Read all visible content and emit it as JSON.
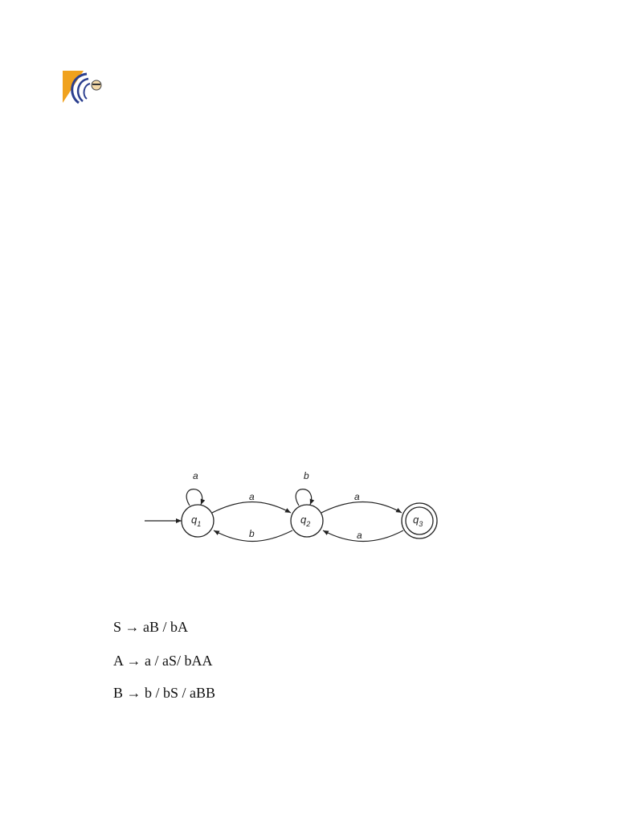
{
  "diagram": {
    "states": [
      {
        "id": "q1",
        "name": "q",
        "sub": "1",
        "start": true,
        "accept": false
      },
      {
        "id": "q2",
        "name": "q",
        "sub": "2",
        "start": false,
        "accept": false
      },
      {
        "id": "q3",
        "name": "q",
        "sub": "3",
        "start": false,
        "accept": true
      }
    ],
    "transitions": [
      {
        "from": "q1",
        "to": "q1",
        "symbol": "a"
      },
      {
        "from": "q1",
        "to": "q2",
        "symbol": "a"
      },
      {
        "from": "q2",
        "to": "q1",
        "symbol": "b"
      },
      {
        "from": "q2",
        "to": "q2",
        "symbol": "b"
      },
      {
        "from": "q2",
        "to": "q3",
        "symbol": "a"
      },
      {
        "from": "q3",
        "to": "q2",
        "symbol": "a"
      }
    ]
  },
  "grammar": {
    "rules": [
      "S → aB / bA",
      "A → a / aS/ bAA",
      "B → b / bS / aBB"
    ]
  },
  "colors": {
    "logo_orange": "#f0a21e",
    "logo_blue": "#2b3f8f",
    "ink": "#222222"
  }
}
